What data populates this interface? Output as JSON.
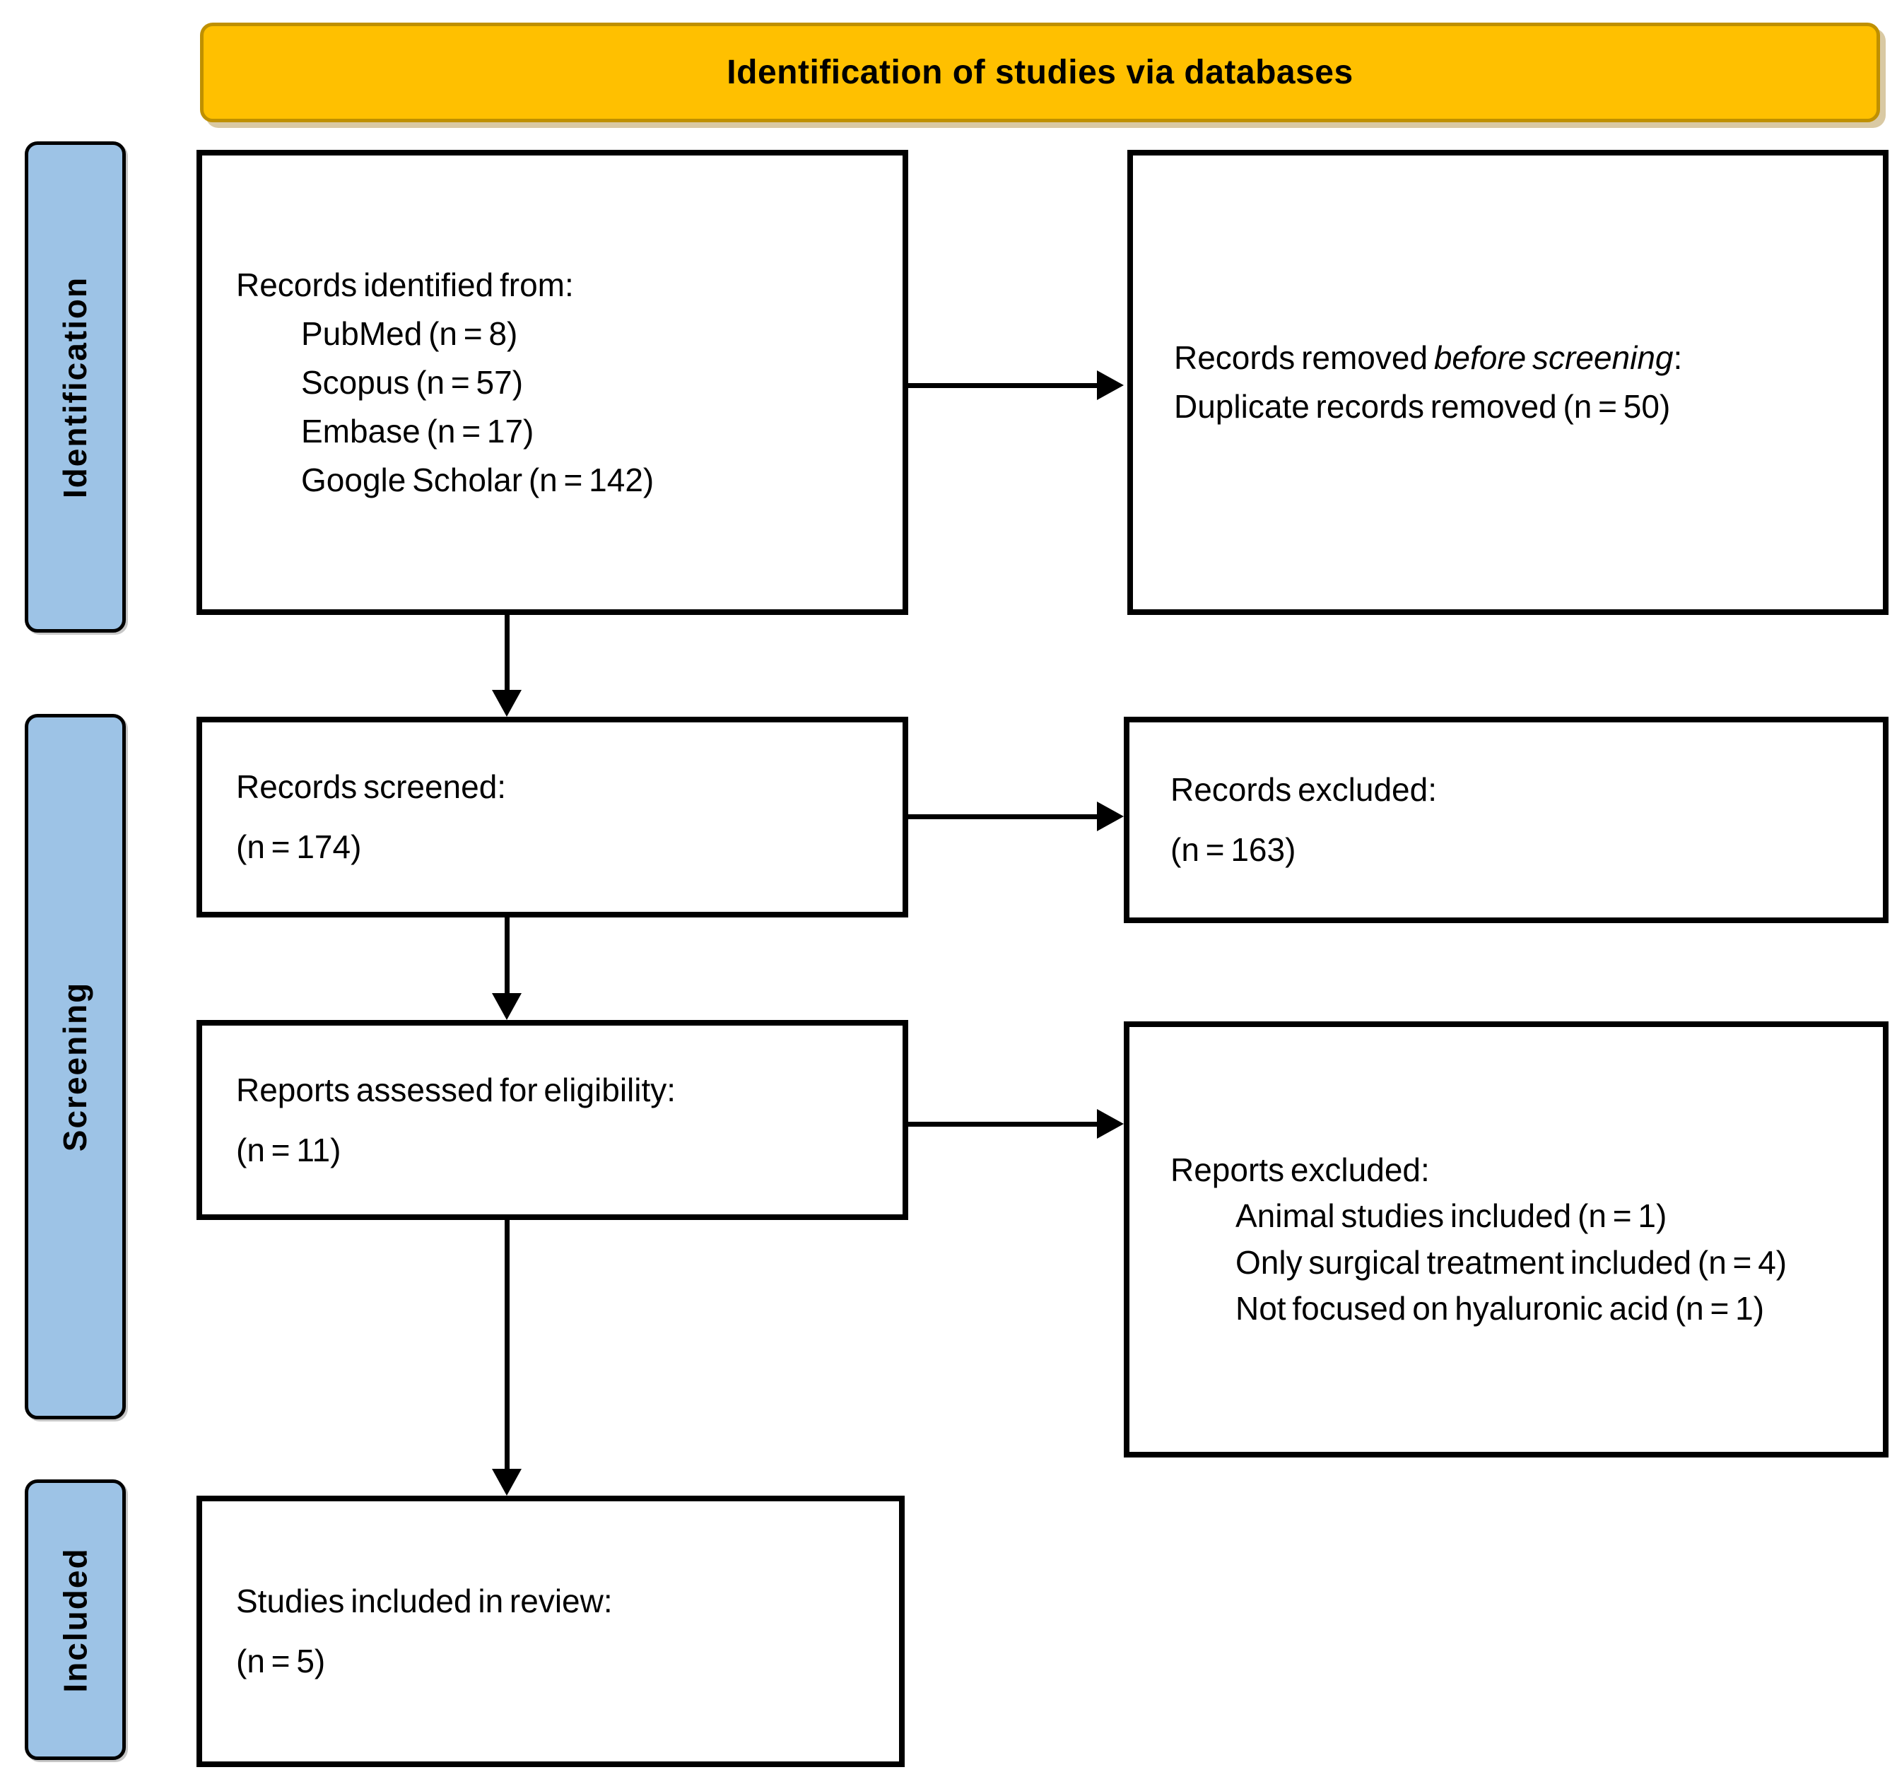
{
  "header": {
    "title": "Identification of studies via databases"
  },
  "sidebar": {
    "identification_label": "Identification",
    "screening_label": "Screening",
    "included_label": "Included"
  },
  "boxes": {
    "records_identified": {
      "intro": "Records identified from:",
      "items": [
        "PubMed (n = 8)",
        "Scopus (n = 57)",
        "Embase (n = 17)",
        "Google Scholar (n = 142)"
      ]
    },
    "records_removed": {
      "line1_prefix": "Records removed ",
      "line1_italic": "before screening",
      "line1_suffix": ":",
      "line2": "Duplicate records removed (n = 50)"
    },
    "records_screened": {
      "line1": "Records screened:",
      "line2": "(n = 174)"
    },
    "records_excluded": {
      "line1": "Records excluded:",
      "line2": "(n = 163)"
    },
    "reports_assessed": {
      "line1": "Reports assessed for eligibility:",
      "line2": "(n = 11)"
    },
    "reports_excluded": {
      "intro": "Reports excluded:",
      "items": [
        "Animal studies included (n = 1)",
        "Only surgical treatment included (n = 4)",
        "Not focused on hyaluronic acid (n = 1)"
      ]
    },
    "studies_included": {
      "line1": "Studies included in review:",
      "line2": "(n = 5)"
    }
  },
  "colors": {
    "header_fill": "#FFC000",
    "header_border": "#BF9000",
    "sidebar_fill": "#9DC3E6",
    "sidebar_border": "#000000",
    "box_border": "#000000",
    "shadow": "#D9C9A3"
  }
}
